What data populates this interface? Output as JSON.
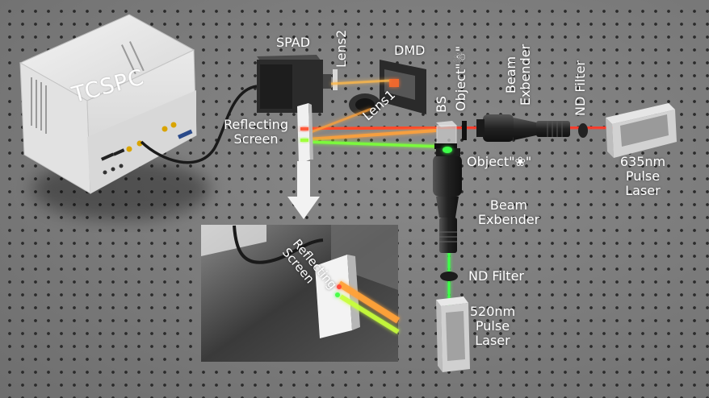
{
  "labels": {
    "tcspc": "TCSPC",
    "spad": "SPAD",
    "lens2": "Lens2",
    "dmd": "DMD",
    "lens1": "Lens1",
    "reflecting_screen": "Reflecting Screen",
    "bs": "BS",
    "object_top": "Object\"☃\"",
    "beam_expander_top": "Beam Exbender",
    "nd_filter_top": "ND Filter",
    "object_bottom": "Object\"❀\"",
    "laser_red": "635nm Pulse Laser",
    "beam_expander_bottom": "Beam Exbender",
    "nd_filter_bottom": "ND Filter",
    "laser_green": "520nm Pulse Laser",
    "inset_screen": "Reflecting Screen"
  },
  "colors": {
    "red_beam": "#ff3b2a",
    "green_beam": "#3dff4a",
    "orange_beam": "#ffa23a"
  }
}
